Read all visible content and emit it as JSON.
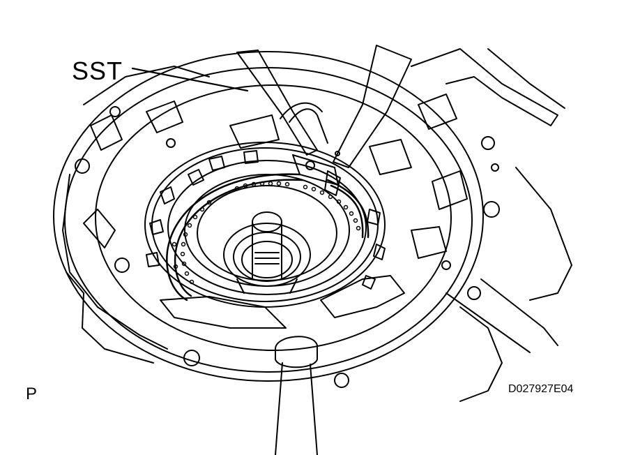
{
  "labels": {
    "callout": "SST",
    "view_letter": "P",
    "figure_code": "D027927E04"
  },
  "colors": {
    "ink": "#000000",
    "background": "#ffffff"
  }
}
